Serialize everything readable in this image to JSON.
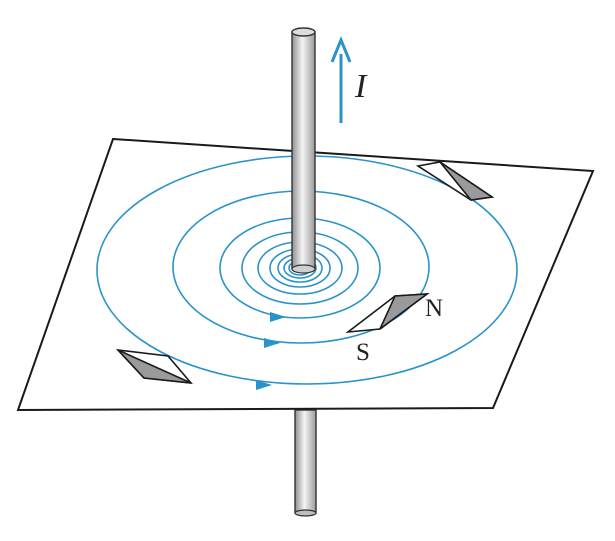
{
  "labels": {
    "current": "I",
    "north": "N",
    "south": "S"
  },
  "colors": {
    "field_lines": "#2a93c9",
    "current_arrow": "#2a93c9",
    "plane_edge": "#1a1a1a",
    "wire_fill": "#cfcfcf",
    "compass_fill": "#9a9a9a"
  },
  "icons": {
    "compasses": [
      "compass-needle-icon",
      "compass-needle-icon",
      "compass-needle-icon"
    ]
  }
}
